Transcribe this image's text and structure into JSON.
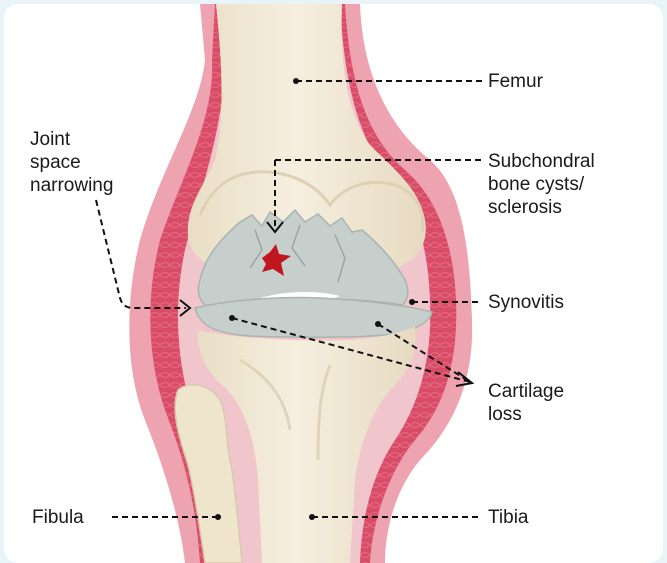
{
  "labels": {
    "femur": "Femur",
    "joint_space": [
      "Joint",
      "space",
      "narrowing"
    ],
    "subchondral": [
      "Subchondral",
      "bone cysts/",
      "sclerosis"
    ],
    "synovitis": "Synovitis",
    "cartilage": [
      "Cartilage",
      "loss"
    ],
    "fibula": "Fibula",
    "tibia": "Tibia"
  },
  "colors": {
    "background_border": "#e8f4f8",
    "capsule_outer": "#e89aa8",
    "capsule_inner": "#d9506a",
    "bone": "#f3ead8",
    "bone_shade": "#e2d6bd",
    "cartilage": "#c3ccc9",
    "lesion": "#c0161f",
    "leader_line": "#111111"
  }
}
